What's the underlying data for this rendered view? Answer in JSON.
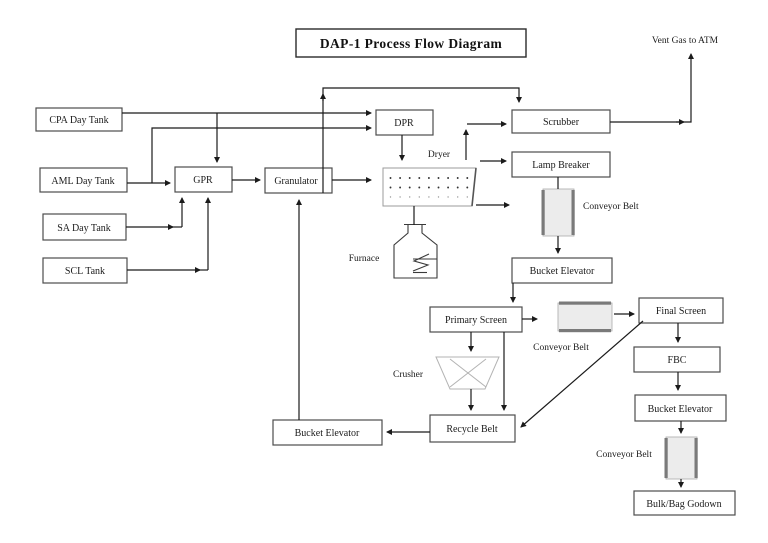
{
  "title": "DAP-1 Process Flow Diagram",
  "nodes": {
    "cpa_day_tank": "CPA Day Tank",
    "aml_day_tank": "AML Day Tank",
    "sa_day_tank": "SA Day Tank",
    "scl_tank": "SCL Tank",
    "gpr": "GPR",
    "granulator": "Granulator",
    "dpr": "DPR",
    "scrubber": "Scrubber",
    "lamp_breaker": "Lamp Breaker",
    "bucket_elevator_mid": "Bucket Elevator",
    "primary_screen": "Primary Screen",
    "final_screen": "Final Screen",
    "fbc": "FBC",
    "bucket_elevator_right": "Bucket Elevator",
    "bulk_bag_godown": "Bulk/Bag Godown",
    "recycle_belt": "Recycle Belt",
    "bucket_elevator_left": "Bucket Elevator"
  },
  "labels": {
    "vent_gas": "Vent Gas to ATM",
    "dryer": "Dryer",
    "furnace": "Furnace",
    "crusher": "Crusher",
    "conveyor_belt_lamp": "Conveyor Belt",
    "conveyor_belt_screen": "Conveyor Belt",
    "conveyor_belt_godown": "Conveyor Belt"
  },
  "colors": {
    "line": "#1b1b1b",
    "box_border": "#4d4d4d",
    "belt_fill": "#ececec",
    "belt_bar": "#7a7a7a",
    "light_outline": "#b3b3b3",
    "background": "#ffffff"
  },
  "edges": [
    {
      "from": "cpa_day_tank",
      "to": "dpr"
    },
    {
      "from": "cpa_day_tank",
      "to": "gpr"
    },
    {
      "from": "aml_day_tank",
      "to": "gpr"
    },
    {
      "from": "aml_day_tank",
      "to": "dpr"
    },
    {
      "from": "sa_day_tank",
      "to": "gpr"
    },
    {
      "from": "scl_tank",
      "to": "gpr"
    },
    {
      "from": "gpr",
      "to": "granulator"
    },
    {
      "from": "granulator",
      "to": "dryer"
    },
    {
      "from": "granulator",
      "to": "scrubber"
    },
    {
      "from": "dpr",
      "to": "dryer"
    },
    {
      "from": "furnace",
      "to": "dryer",
      "arrow": false
    },
    {
      "from": "dryer",
      "to": "scrubber"
    },
    {
      "from": "dryer",
      "to": "lamp_breaker"
    },
    {
      "from": "dryer",
      "to": "conveyor_belt_lamp"
    },
    {
      "from": "scrubber",
      "to": "vent_gas"
    },
    {
      "from": "lamp_breaker",
      "to": "conveyor_belt_lamp"
    },
    {
      "from": "conveyor_belt_lamp",
      "to": "bucket_elevator_mid"
    },
    {
      "from": "bucket_elevator_mid",
      "to": "primary_screen"
    },
    {
      "from": "primary_screen",
      "to": "conveyor_belt_screen"
    },
    {
      "from": "conveyor_belt_screen",
      "to": "final_screen"
    },
    {
      "from": "primary_screen",
      "to": "crusher"
    },
    {
      "from": "primary_screen",
      "to": "recycle_belt"
    },
    {
      "from": "crusher",
      "to": "recycle_belt"
    },
    {
      "from": "final_screen",
      "to": "recycle_belt"
    },
    {
      "from": "recycle_belt",
      "to": "bucket_elevator_left"
    },
    {
      "from": "bucket_elevator_left",
      "to": "granulator"
    },
    {
      "from": "final_screen",
      "to": "fbc"
    },
    {
      "from": "fbc",
      "to": "bucket_elevator_right"
    },
    {
      "from": "bucket_elevator_right",
      "to": "conveyor_belt_godown"
    },
    {
      "from": "conveyor_belt_godown",
      "to": "bulk_bag_godown"
    }
  ]
}
